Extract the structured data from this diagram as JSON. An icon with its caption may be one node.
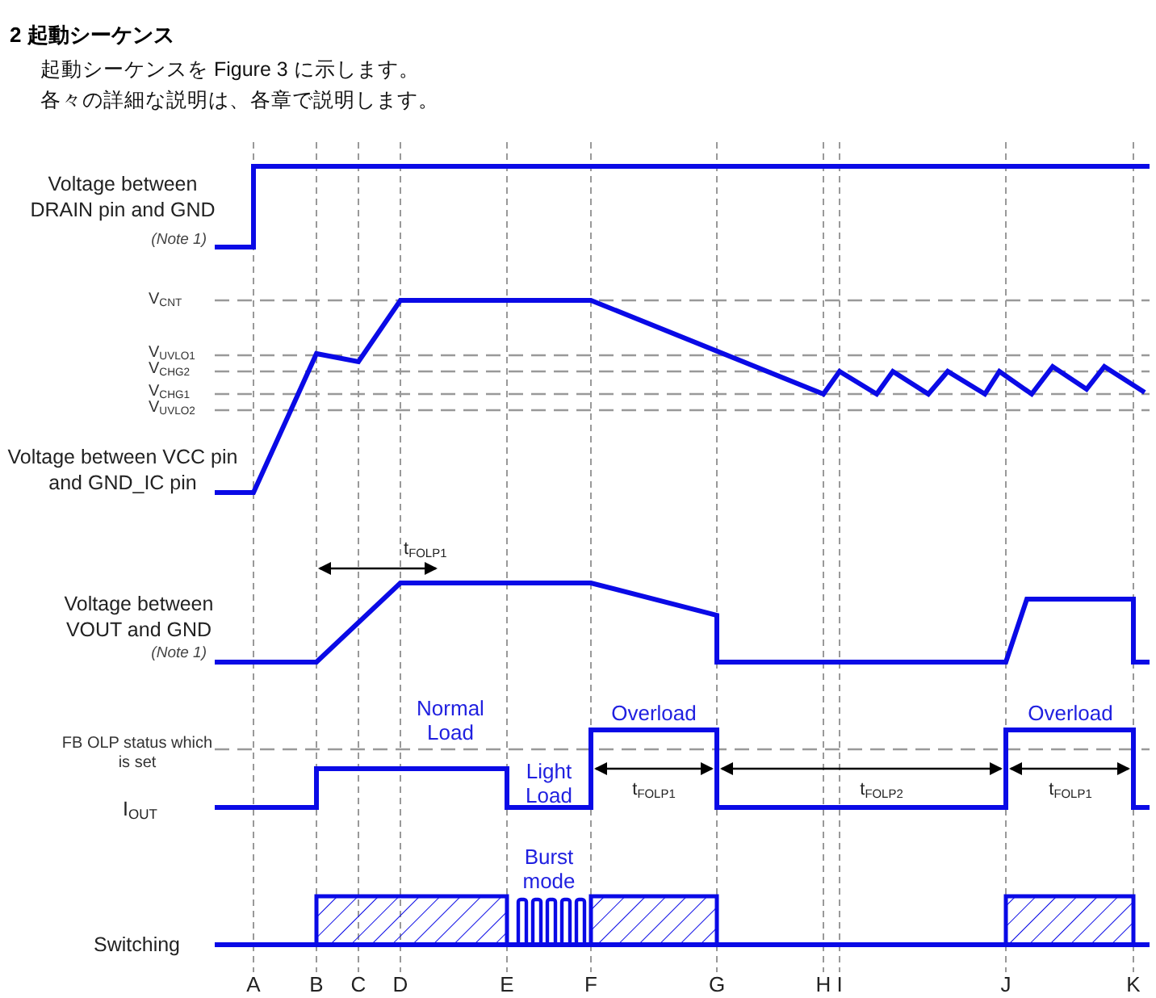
{
  "diagram": {
    "title": "2 起動シーケンス",
    "labels": [
      "起動シーケンスを Figure 3 に示します。",
      "各々の詳細な説明は、各章で説明します。",
      "Voltage between DRAIN pin and GND",
      "(Note 1)",
      "V$_{CNT}$",
      "V$_{UVLO1}$",
      "V$_{CHG2}$",
      "V$_{CHG1}$",
      "V$_{UVLO2}$",
      "Voltage between VCC pin and GND_IC pin",
      "t$_{FOLP1}$",
      "Voltage between VOUT and GND",
      "(Note 1)",
      "Normal Load",
      "FB OLP status which is set",
      "Overload",
      "Overload",
      "Light Load",
      "I$_{OUT}$",
      "t$_{FOLP1}$",
      "t$_{FOLP2}$",
      "t$_{FOLP1}$",
      "Burst mode",
      "Switching",
      "A",
      "B",
      "C",
      "D",
      "E",
      "F",
      "G",
      "H",
      "I",
      "J",
      "K"
    ]
  }
}
